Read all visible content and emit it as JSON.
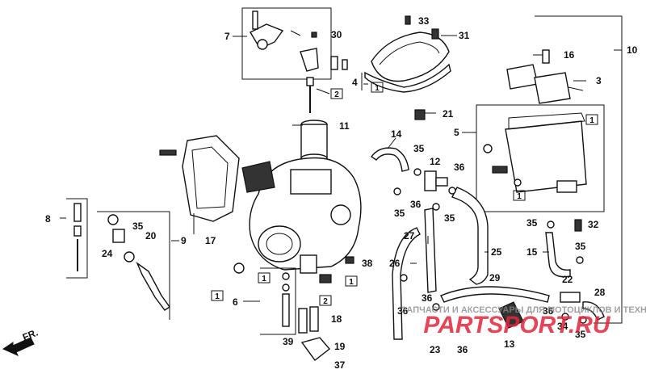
{
  "labels": {
    "p1": "1",
    "p2": "2",
    "p3": "3",
    "p4": "4",
    "p5": "5",
    "p6": "6",
    "p7": "7",
    "p8": "8",
    "p9": "9",
    "p10": "10",
    "p11": "11",
    "p12": "12",
    "p13": "13",
    "p14": "14",
    "p15": "15",
    "p16": "16",
    "p17": "17",
    "p18": "18",
    "p19": "19",
    "p20": "20",
    "p21": "21",
    "p22": "22",
    "p23": "23",
    "p24": "24",
    "p25": "25",
    "p26": "26",
    "p27": "27",
    "p28": "28",
    "p29": "29",
    "p30": "30",
    "p31": "31",
    "p32": "32",
    "p33": "33",
    "p34": "34",
    "p35": "35",
    "p36": "36",
    "p37": "37",
    "p38": "38",
    "p39": "39"
  },
  "boxed": {
    "one": "1",
    "two": "2"
  },
  "direction_marker": "FR.",
  "watermark": {
    "line1": "ЗАПЧАСТИ И АКСЕССУАРЫ ДЛЯ МОТОЦИКЛОВ И ТЕХНИКИ",
    "line2": "PARTSPORT.RU",
    "color": "#e2253a"
  },
  "colors": {
    "ink": "#111111",
    "paper": "#ffffff"
  }
}
